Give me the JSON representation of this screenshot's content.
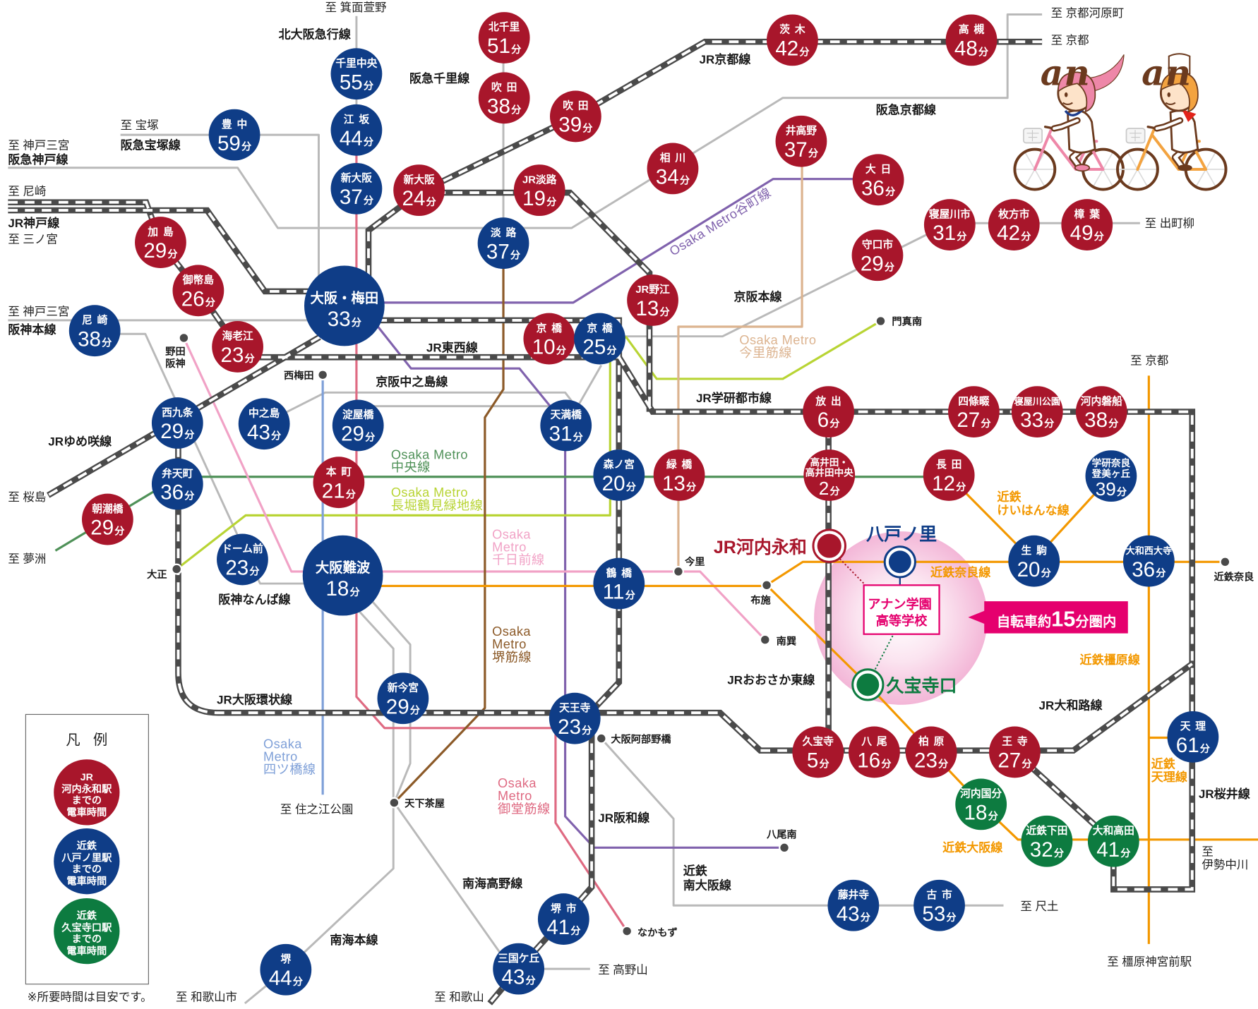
{
  "minute_unit": "分",
  "colors": {
    "jr_kawachi_eiwa": "#a8162b",
    "kintetsu_yaenosato": "#0f3d87",
    "kintetsu_kyuhojiguchi": "#0d7b40",
    "accent_magenta": "#e5006e",
    "jr_line": "#4a4a4a",
    "private_line": "#b9b9b9",
    "kintetsu_line": "#f39800",
    "metro_midosuji": "#df6a82",
    "metro_tanimachi": "#8062ad",
    "metro_chuo": "#4f9158",
    "metro_nagahori": "#b8d434",
    "metro_sennichimae": "#f1a2c6",
    "metro_sakaisuji": "#8c5a28",
    "metro_yotsubashi": "#7fa0d8",
    "metro_imazatosuji": "#dcb38f"
  },
  "stations": {
    "jr_kawachi_eiwa": [
      {
        "name": "北千里",
        "minutes": "51"
      },
      {
        "name": "吹田",
        "minutes": "38"
      },
      {
        "name": "茨木",
        "minutes": "42"
      },
      {
        "name": "高槻",
        "minutes": "48"
      },
      {
        "name": "吹田",
        "minutes": "39"
      },
      {
        "name": "相川",
        "minutes": "34"
      },
      {
        "name": "井高野",
        "minutes": "37"
      },
      {
        "name": "大日",
        "minutes": "36"
      },
      {
        "name": "新大阪",
        "minutes": "24"
      },
      {
        "name": "JR淡路",
        "minutes": "19"
      },
      {
        "name": "寝屋川市",
        "minutes": "31"
      },
      {
        "name": "枚方市",
        "minutes": "42"
      },
      {
        "name": "樟葉",
        "minutes": "49"
      },
      {
        "name": "守口市",
        "minutes": "29"
      },
      {
        "name": "加島",
        "minutes": "29"
      },
      {
        "name": "御幣島",
        "minutes": "26"
      },
      {
        "name": "海老江",
        "minutes": "23"
      },
      {
        "name": "JR野江",
        "minutes": "13"
      },
      {
        "name": "京橋",
        "minutes": "10"
      },
      {
        "name": "放出",
        "minutes": "6"
      },
      {
        "name": "四條畷",
        "minutes": "27"
      },
      {
        "name": "寝屋川公園",
        "minutes": "33"
      },
      {
        "name": "河内磐船",
        "minutes": "38"
      },
      {
        "name": "本町",
        "minutes": "21"
      },
      {
        "name": "緑橋",
        "minutes": "13"
      },
      {
        "name_lines": [
          "高井田・",
          "高井田中央"
        ],
        "minutes": "2"
      },
      {
        "name": "長田",
        "minutes": "12"
      },
      {
        "name": "朝潮橋",
        "minutes": "29"
      },
      {
        "name": "久宝寺",
        "minutes": "5"
      },
      {
        "name": "八尾",
        "minutes": "16"
      },
      {
        "name": "柏原",
        "minutes": "23"
      },
      {
        "name": "王寺",
        "minutes": "27"
      }
    ],
    "kintetsu_yaenosato": [
      {
        "name": "千里中央",
        "minutes": "55"
      },
      {
        "name": "江坂",
        "minutes": "44"
      },
      {
        "name": "新大阪",
        "minutes": "37"
      },
      {
        "name": "豊中",
        "minutes": "59"
      },
      {
        "name": "淡路",
        "minutes": "37"
      },
      {
        "name": "大阪・梅田",
        "minutes": "33"
      },
      {
        "name": "尼崎",
        "minutes": "38"
      },
      {
        "name": "京橋",
        "minutes": "25"
      },
      {
        "name": "西九条",
        "minutes": "29"
      },
      {
        "name": "中之島",
        "minutes": "43"
      },
      {
        "name": "淀屋橋",
        "minutes": "29"
      },
      {
        "name": "天満橋",
        "minutes": "31"
      },
      {
        "name": "弁天町",
        "minutes": "36"
      },
      {
        "name": "森ノ宮",
        "minutes": "20"
      },
      {
        "name_lines": [
          "学研奈良",
          "登美ヶ丘"
        ],
        "minutes": "39"
      },
      {
        "name": "ドーム前",
        "minutes": "23"
      },
      {
        "name": "大阪難波",
        "minutes": "18"
      },
      {
        "name": "鶴橋",
        "minutes": "11"
      },
      {
        "name": "生駒",
        "minutes": "20"
      },
      {
        "name": "大和西大寺",
        "minutes": "36"
      },
      {
        "name": "新今宮",
        "minutes": "29"
      },
      {
        "name": "天王寺",
        "minutes": "23"
      },
      {
        "name": "天理",
        "minutes": "61"
      },
      {
        "name": "藤井寺",
        "minutes": "43"
      },
      {
        "name": "古市",
        "minutes": "53"
      },
      {
        "name": "堺市",
        "minutes": "41"
      },
      {
        "name": "三国ケ丘",
        "minutes": "43"
      },
      {
        "name": "堺",
        "minutes": "44"
      }
    ],
    "kintetsu_kyuhojiguchi": [
      {
        "name": "河内国分",
        "minutes": "18"
      },
      {
        "name": "近鉄下田",
        "minutes": "32"
      },
      {
        "name": "大和高田",
        "minutes": "41"
      }
    ]
  },
  "minor_stations": [
    {
      "name_lines": [
        "野田",
        "阪神"
      ]
    },
    {
      "name": "西梅田"
    },
    {
      "name": "門真南"
    },
    {
      "name": "今里"
    },
    {
      "name": "布施"
    },
    {
      "name": "南巽"
    },
    {
      "name": "大正"
    },
    {
      "name": "天下茶屋"
    },
    {
      "name": "大阪阿部野橋"
    },
    {
      "name": "八尾南"
    },
    {
      "name": "なかもず"
    },
    {
      "name": "近鉄奈良"
    }
  ],
  "direction_labels": {
    "minoh_kayano": "至 箕面萱野",
    "takarazuka": "至 宝塚",
    "kobe_sannomiya_hankyu": "至 神戸三宮",
    "amagasaki": "至 尼崎",
    "sannomiya": "至 三ノ宮",
    "kobe_sannomiya_hanshin": "至 神戸三宮",
    "sakurajima": "至 桜島",
    "yumeshima": "至 夢洲",
    "kyoto_kawaramachi": "至 京都河原町",
    "kyoto_jr": "至 京都",
    "demachiyanagi": "至 出町柳",
    "kyoto_kintetsu": "至 京都",
    "suminoe_koen": "至 住之江公園",
    "ise_nakagawa": [
      "至",
      "伊勢中川"
    ],
    "shakudo": "至 尺土",
    "kashiharajingumae": "至 橿原神宮前駅",
    "koyasan": "至 高野山",
    "wakayamashi": "至 和歌山市",
    "wakayama": "至 和歌山"
  },
  "line_labels": {
    "kita_osaka_kyuko": "北大阪急行線",
    "hankyu_senri": "阪急千里線",
    "jr_kyoto": "JR京都線",
    "hankyu_kyoto": "阪急京都線",
    "hankyu_takarazuka": "阪急宝塚線",
    "hankyu_kobe": "阪急神戸線",
    "jr_kobe": "JR神戸線",
    "hanshin_main": "阪神本線",
    "keihan_main": "京阪本線",
    "jr_tozai": "JR東西線",
    "keihan_nakanoshima": "京阪中之島線",
    "jr_gakkentoshi": "JR学研都市線",
    "jr_yumesaki": "JRゆめ咲線",
    "hanshin_namba": "阪神なんば線",
    "jr_osaka_higashi": "JRおおさか東線",
    "jr_loop": "JR大阪環状線",
    "jr_yamatoji": "JR大和路線",
    "jr_hanwa": "JR阪和線",
    "jr_sakurai": "JR桜井線",
    "nankai_koya": "南海高野線",
    "kintetsu_minami_osaka": [
      "近鉄",
      "南大阪線"
    ],
    "nankai_main": "南海本線"
  },
  "metro_labels": {
    "tanimachi": "Osaka Metro谷町線",
    "imazatosuji": [
      "Osaka Metro",
      "今里筋線"
    ],
    "chuo": [
      "Osaka Metro",
      "中央線"
    ],
    "nagahori": [
      "Osaka Metro",
      "長堀鶴見緑地線"
    ],
    "sennichimae": [
      "Osaka",
      "Metro",
      "千日前線"
    ],
    "sakaisuji": [
      "Osaka",
      "Metro",
      "堺筋線"
    ],
    "yotsubashi": [
      "Osaka",
      "Metro",
      "四ツ橋線"
    ],
    "midosuji": [
      "Osaka",
      "Metro",
      "御堂筋線"
    ]
  },
  "kintetsu_labels": {
    "keihanna": [
      "近鉄",
      "けいはんな線"
    ],
    "nara": "近鉄奈良線",
    "kashihara": "近鉄橿原線",
    "tenri": [
      "近鉄",
      "天理線"
    ],
    "osaka": "近鉄大阪線"
  },
  "school_area": {
    "jr_station": "JR河内永和",
    "yaenosato": "八戸ノ里",
    "kyuhojiguchi": "久宝寺口",
    "school_name": [
      "アナン学園",
      "高等学校"
    ],
    "bike_range": {
      "prefix": "自転車約",
      "number": "15",
      "suffix": "分圏内"
    }
  },
  "legend": {
    "title": "凡例",
    "items": [
      {
        "lines": [
          "JR",
          "河内永和駅",
          "までの",
          "電車時間"
        ]
      },
      {
        "lines": [
          "近鉄",
          "八戸ノ里駅",
          "までの",
          "電車時間"
        ]
      },
      {
        "lines": [
          "近鉄",
          "久宝寺口駅",
          "までの",
          "電車時間"
        ]
      }
    ]
  },
  "note": "※所要時間は目安です。",
  "mascot": {
    "logo_text": "an"
  }
}
